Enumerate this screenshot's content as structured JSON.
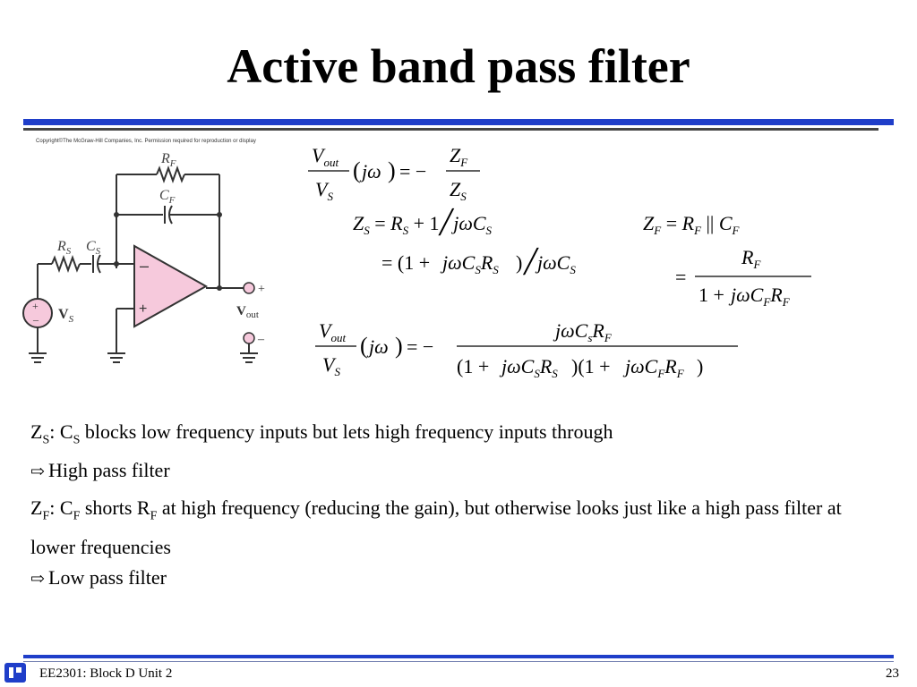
{
  "slide": {
    "title": "Active band pass filter",
    "copyright": "Copyright©The McGraw-Hill Companies, Inc. Permission required for reproduction or display"
  },
  "body": {
    "p1_z": "Z",
    "p1_zsub": "S",
    "p1_c": "C",
    "p1_csub": "S",
    "p1_rest": " blocks low frequency inputs but lets high frequency inputs through",
    "p2": "High pass filter",
    "p3_z": "Z",
    "p3_zsub": "F",
    "p3_c": "C",
    "p3_csub": "F",
    "p3_shorts": " shorts R",
    "p3_rsub": "F",
    "p3_rest": " at high frequency (reducing the gain), but otherwise looks just like a high pass filter at lower frequencies",
    "p4": "Low pass filter"
  },
  "footer": {
    "left": "EE2301: Block D Unit 2",
    "page": "23"
  },
  "colors": {
    "rule": "#1f3ec9",
    "opamp_fill": "#f6c9dc",
    "source_fill": "#f6c9dc"
  },
  "icons": [
    "arrow-right-icon",
    "logo-icon"
  ]
}
